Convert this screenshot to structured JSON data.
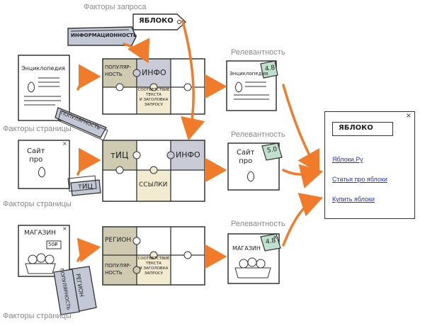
{
  "query_factors": {
    "label": "Факторы запроса",
    "informativeness": "ИНФОРМАЦИОННОСТЬ",
    "query_word": "ЯБЛОКО"
  },
  "page_factors_label": "Факторы страницы",
  "relevance_label": "Релевантность",
  "rows": [
    {
      "page_title": "Энциклопедия",
      "tags": [
        "ПОПУЛЯРНОСТЬ"
      ],
      "puzzle": {
        "popularity": "ПОПУЛЯР-\nНОСТЬ",
        "info": "ИНФО",
        "match": "СООТВЕТСТВИЕ\nТЕКСТА\nИ ЗАГОЛОВКА\nЗАПРОСУ"
      },
      "result_title": "Энциклопедия",
      "score": "4.8"
    },
    {
      "page_title": "Сайт\nпро",
      "tags": [
        "тИЦ"
      ],
      "puzzle": {
        "tic": "тИЦ",
        "info": "ИНФО",
        "links": "ССЫЛКИ"
      },
      "result_title": "Сайт\nпро",
      "score": "5.0"
    },
    {
      "page_title": "МАГАЗИН",
      "price": "50₽",
      "tags": [
        "РЕГИОН",
        "ПОПУЛЯРНОСТЬ"
      ],
      "puzzle": {
        "region": "РЕГИОН",
        "popularity": "ПОПУЛЯР-\nНОСТЬ",
        "match": "СООТВЕТСТВИЕ\nТЕКСТА\nИ ЗАГОЛОВКА\nЗАПРОСУ"
      },
      "result_title": "МАГАЗИН",
      "score": "4.8"
    }
  ],
  "serp": {
    "query": "ЯБЛОКО",
    "results": [
      "Яблоки.Ру",
      "Статья про яблоки",
      "Купить яблоки"
    ]
  },
  "colors": {
    "arrow": "#f07b2a",
    "info_tile": "#c9cbd6",
    "factor_tile": "#cfcbb0",
    "match_tile": "#f3ebcf",
    "tag_fill": "#c3c8d6",
    "score_tag": "#bfe0cc"
  }
}
